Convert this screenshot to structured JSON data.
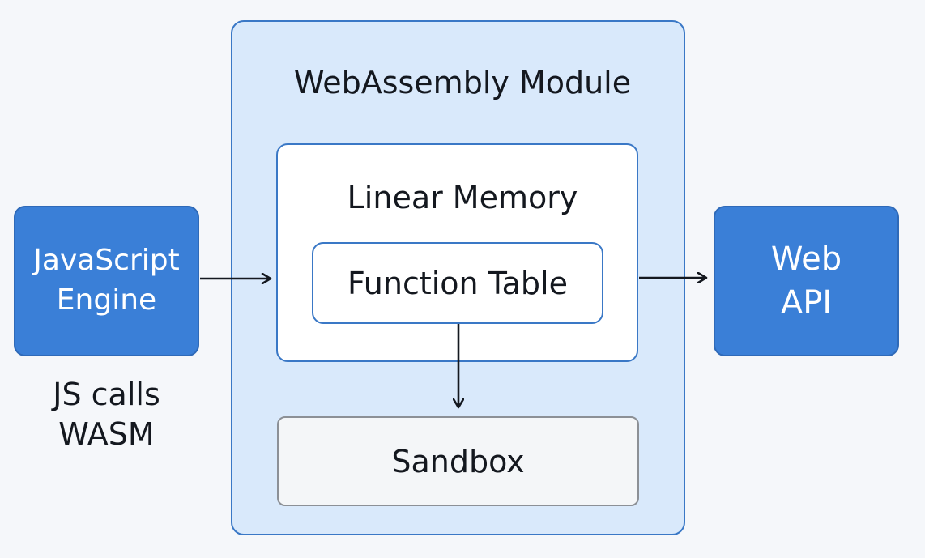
{
  "diagram": {
    "module_title": "WebAssembly Module",
    "memory_title": "Linear Memory",
    "function_table": "Function Table",
    "sandbox": "Sandbox",
    "js_engine": {
      "line1": "JavaScript",
      "line2": "Engine"
    },
    "web_api": {
      "line1": "Web",
      "line2": "API"
    },
    "caption": {
      "line1": "JS calls",
      "line2": "WASM"
    }
  },
  "colors": {
    "background": "#f5f7fa",
    "module_fill": "#d9e9fb",
    "accent_blue": "#3a7fd7",
    "border_blue": "#3a78c6",
    "sandbox_border": "#8c9096",
    "arrow": "#14181f"
  }
}
